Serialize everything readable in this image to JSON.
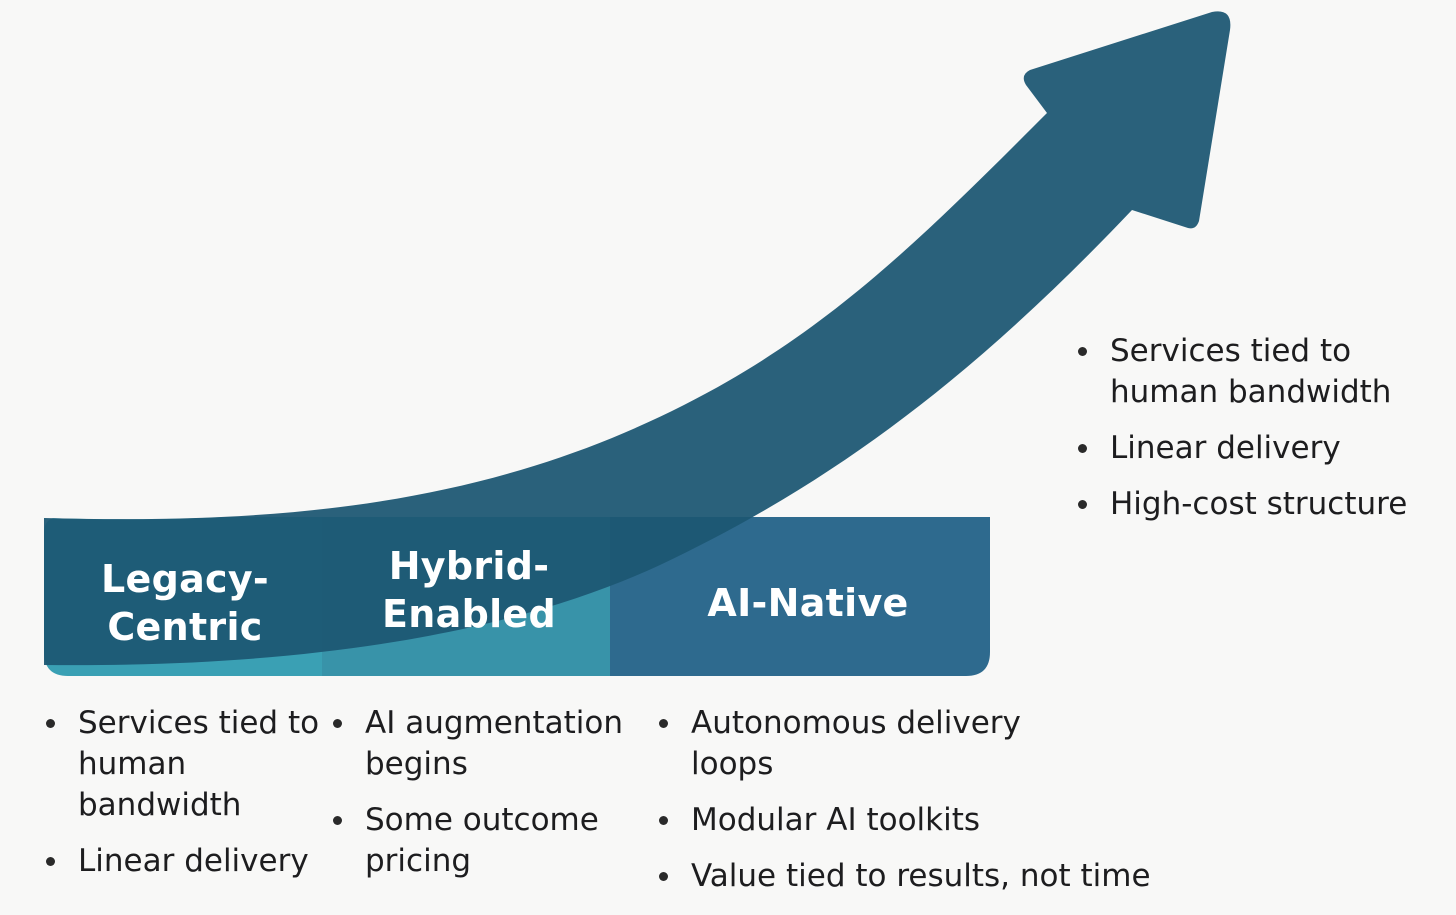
{
  "stages": [
    {
      "label_lines": [
        "Legacy-",
        "Centric"
      ],
      "bullets": [
        "Services tied to human bandwidth",
        "Linear delivery"
      ]
    },
    {
      "label_lines": [
        "Hybrid-",
        "Enabled"
      ],
      "bullets": [
        "AI augmentation begins",
        "Some outcome pricing"
      ]
    },
    {
      "label_lines": [
        "AI-Native"
      ],
      "bullets": [
        "Autonomous delivery loops",
        "Modular AI toolkits",
        "Value tied to results, not time"
      ]
    }
  ],
  "side_note": {
    "bullets": [
      "Services tied to human bandwidth",
      "Linear delivery",
      "High-cost structure"
    ]
  },
  "colors": {
    "legacy": "#3aa0b4",
    "hybrid": "#3893a9",
    "native": "#2e6a8e",
    "arrow": "#1d5773",
    "text": "#1d1d1f",
    "background": "#f8f8f7"
  }
}
